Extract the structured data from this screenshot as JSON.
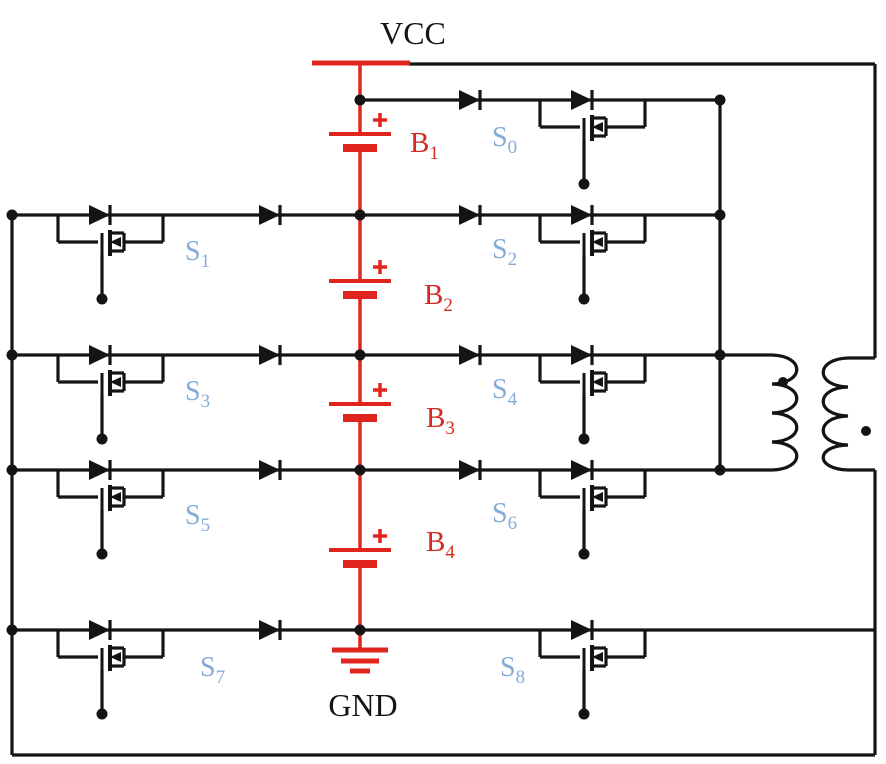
{
  "diagram": {
    "type": "battery-equalization-circuit-schematic",
    "power_labels": {
      "vcc": "VCC",
      "gnd": "GND"
    },
    "batteries": [
      {
        "base": "B",
        "sub": "1"
      },
      {
        "base": "B",
        "sub": "2"
      },
      {
        "base": "B",
        "sub": "3"
      },
      {
        "base": "B",
        "sub": "4"
      }
    ],
    "switches": [
      {
        "base": "S",
        "sub": "0"
      },
      {
        "base": "S",
        "sub": "1"
      },
      {
        "base": "S",
        "sub": "2"
      },
      {
        "base": "S",
        "sub": "3"
      },
      {
        "base": "S",
        "sub": "4"
      },
      {
        "base": "S",
        "sub": "5"
      },
      {
        "base": "S",
        "sub": "6"
      },
      {
        "base": "S",
        "sub": "7"
      },
      {
        "base": "S",
        "sub": "8"
      }
    ],
    "colors": {
      "wire": "#141414",
      "battery": "#e0251f",
      "battery_label": "#d42a22",
      "switch_label": "#85abd7"
    }
  }
}
